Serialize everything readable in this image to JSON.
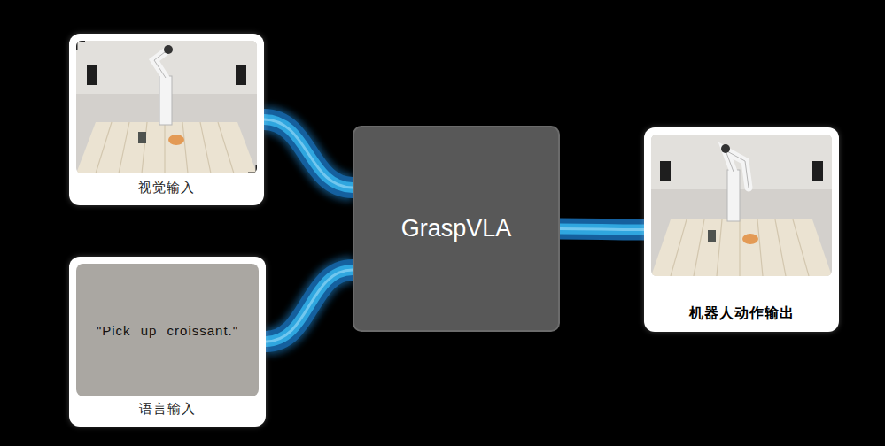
{
  "diagram": {
    "nodes": [
      {
        "text": [
          "视觉输入"
        ]
      },
      {
        "text": [
          "语言输入"
        ]
      },
      {
        "text": [
          "\"Pick up croissant.\""
        ],
        "in": 1
      },
      {
        "text": [
          "GraspVLA"
        ]
      },
      {
        "text": [
          "机器人动作输出"
        ]
      }
    ],
    "edges": [
      {
        "from": 0,
        "to": 3,
        "arrow": "none"
      },
      {
        "from": 1,
        "to": 3,
        "arrow": "none"
      },
      {
        "from": 3,
        "to": 4,
        "arrow": "none"
      }
    ]
  }
}
